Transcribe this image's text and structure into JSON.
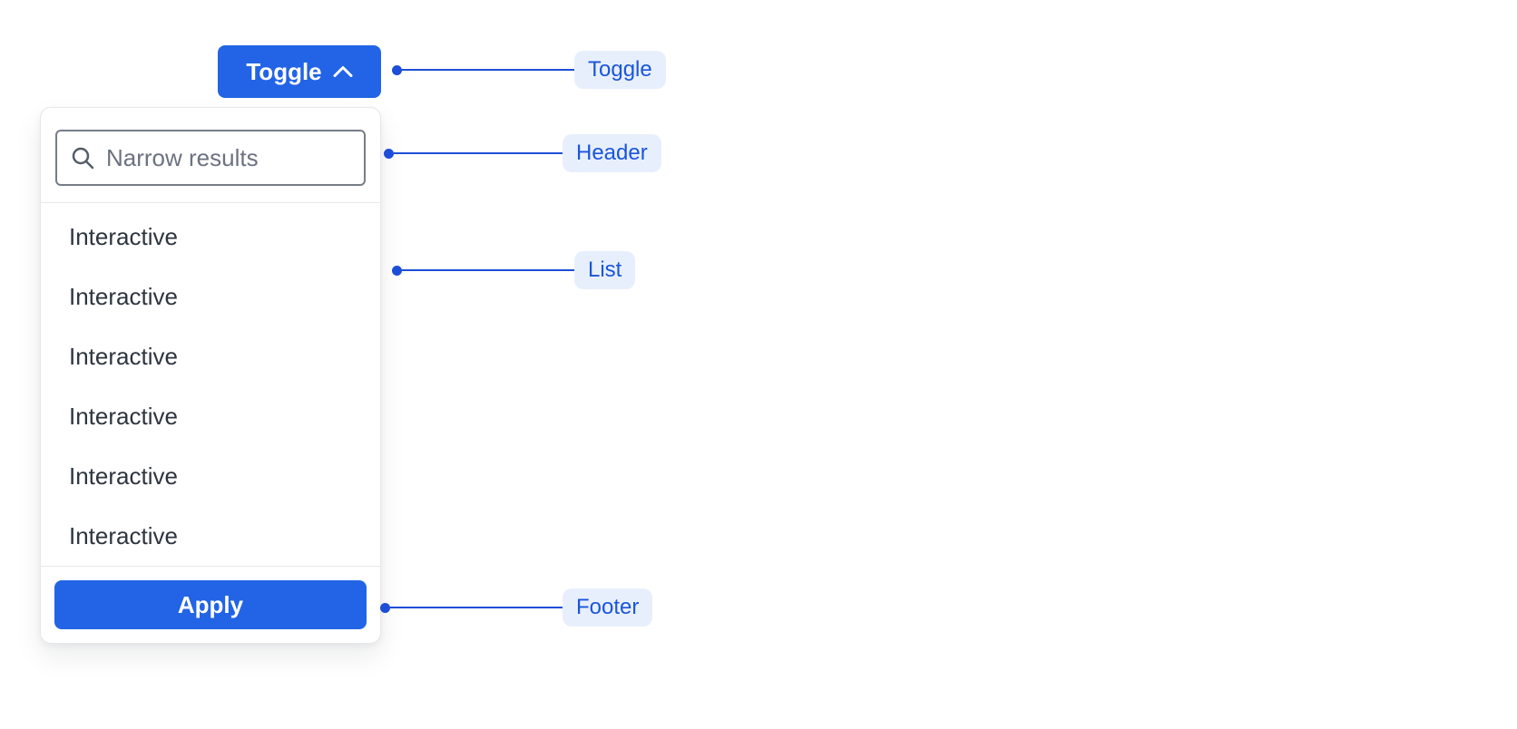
{
  "toggle": {
    "label": "Toggle",
    "icon": "chevron-up-icon"
  },
  "dropdown": {
    "search_placeholder": "Narrow results",
    "search_value": "",
    "items": [
      "Interactive",
      "Interactive",
      "Interactive",
      "Interactive",
      "Interactive",
      "Interactive"
    ],
    "apply_label": "Apply"
  },
  "annotations": [
    {
      "label": "Toggle"
    },
    {
      "label": "Header"
    },
    {
      "label": "List"
    },
    {
      "label": "Footer"
    }
  ],
  "colors": {
    "primary_blue": "#2264e5",
    "annotation_blue": "#1d4ed8",
    "chip_background": "#e8effc",
    "chip_text": "#1a56db",
    "list_text": "#2d3540",
    "placeholder_text": "#6b7280",
    "border_gray": "#e7e8ea",
    "search_border": "#767d88"
  }
}
